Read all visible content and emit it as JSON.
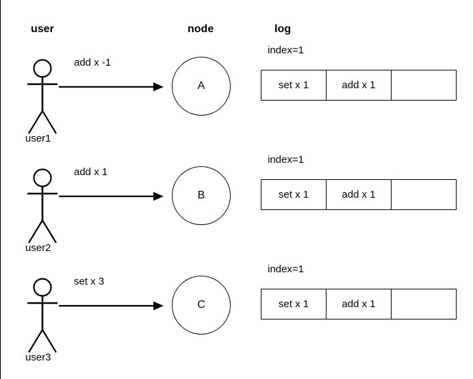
{
  "headers": {
    "user": "user",
    "node": "node",
    "log": "log"
  },
  "icons": {
    "actor": "stick-figure-icon",
    "arrow": "arrow-right-icon"
  },
  "colors": {
    "stroke": "#000000",
    "background": "#ffffff",
    "text": "#000000"
  },
  "rows": [
    {
      "actor_label": "user1",
      "message": "add x -1",
      "node_label": "A",
      "log": {
        "index": "index=1",
        "cells": [
          "set x 1",
          "add x 1",
          ""
        ]
      }
    },
    {
      "actor_label": "user2",
      "message": "add x 1",
      "node_label": "B",
      "log": {
        "index": "index=1",
        "cells": [
          "set x 1",
          "add x 1",
          ""
        ]
      }
    },
    {
      "actor_label": "user3",
      "message": "set x 3",
      "node_label": "C",
      "log": {
        "index": "index=1",
        "cells": [
          "set x 1",
          "add x 1",
          ""
        ]
      }
    }
  ]
}
